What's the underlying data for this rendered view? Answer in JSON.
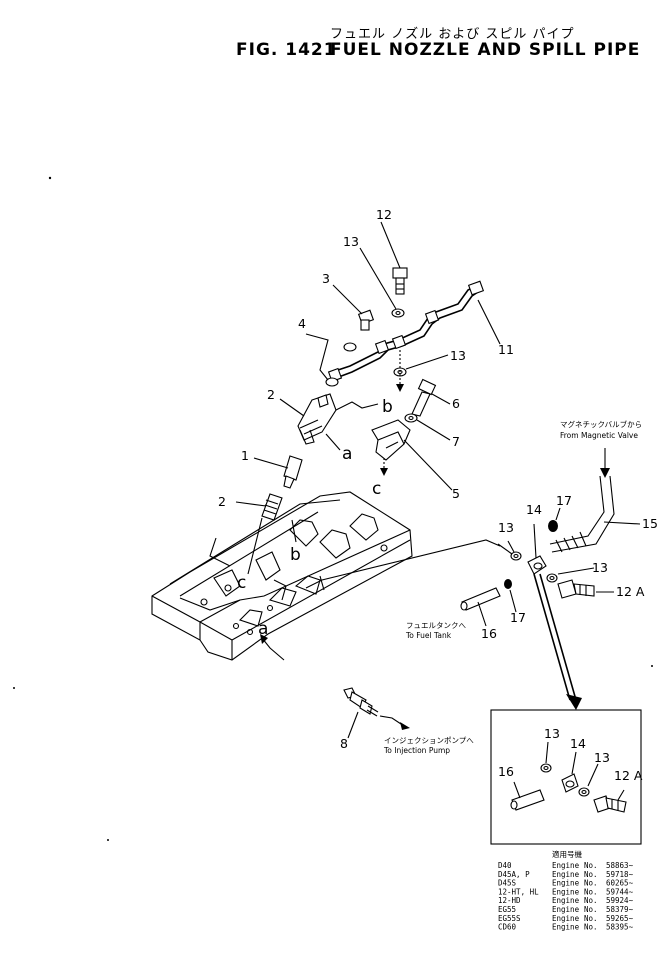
{
  "title": {
    "japanese": "フュエル ノズル および スピル パイプ",
    "figure": "FIG. 1421",
    "english": "FUEL NOZZLE AND SPILL PIPE"
  },
  "callouts": {
    "c1": "1",
    "c2a": "2",
    "c2b": "2",
    "c3": "3",
    "c4": "4",
    "c5": "5",
    "c6": "6",
    "c7": "7",
    "c8": "8",
    "c11": "11",
    "c12": "12",
    "c12A": "12 A",
    "c13a": "13",
    "c13b": "13",
    "c13c": "13",
    "c13d": "13",
    "c14": "14",
    "c15": "15",
    "c16": "16",
    "c17a": "17",
    "c17b": "17",
    "la_nozzle": "a",
    "lb_upper": "b",
    "lc_bracket": "c",
    "lb_head": "b",
    "lc_head": "c",
    "la_head": "a"
  },
  "inset_callouts": {
    "i13a": "13",
    "i13b": "13",
    "i14": "14",
    "i16": "16",
    "i12A": "12 A"
  },
  "captions": {
    "magnetic_jp": "マグネチックバルブから",
    "magnetic_en": "From Magnetic Valve",
    "tank_jp": "フュエルタンクへ",
    "tank_en": "To Fuel Tank",
    "pump_jp": "インジェクションポンプへ",
    "pump_en": "To Injection Pump"
  },
  "applicability": {
    "header": "適用号機",
    "rows": [
      {
        "model": "D40",
        "label": "Engine",
        "no": "No.",
        "serial": "58863~"
      },
      {
        "model": "D45A, P",
        "label": "Engine",
        "no": "No.",
        "serial": "59718~"
      },
      {
        "model": "D45S",
        "label": "Engine",
        "no": "No.",
        "serial": "60265~"
      },
      {
        "model": "12-HT, HL",
        "label": "Engine",
        "no": "No.",
        "serial": "59744~"
      },
      {
        "model": "12-HD",
        "label": "Engine",
        "no": "No.",
        "serial": "59924~"
      },
      {
        "model": "EG55",
        "label": "Engine",
        "no": "No.",
        "serial": "58379~"
      },
      {
        "model": "EG55S",
        "label": "Engine",
        "no": "No.",
        "serial": "59265~"
      },
      {
        "model": "CD60",
        "label": "Engine",
        "no": "No.",
        "serial": "58395~"
      }
    ]
  }
}
